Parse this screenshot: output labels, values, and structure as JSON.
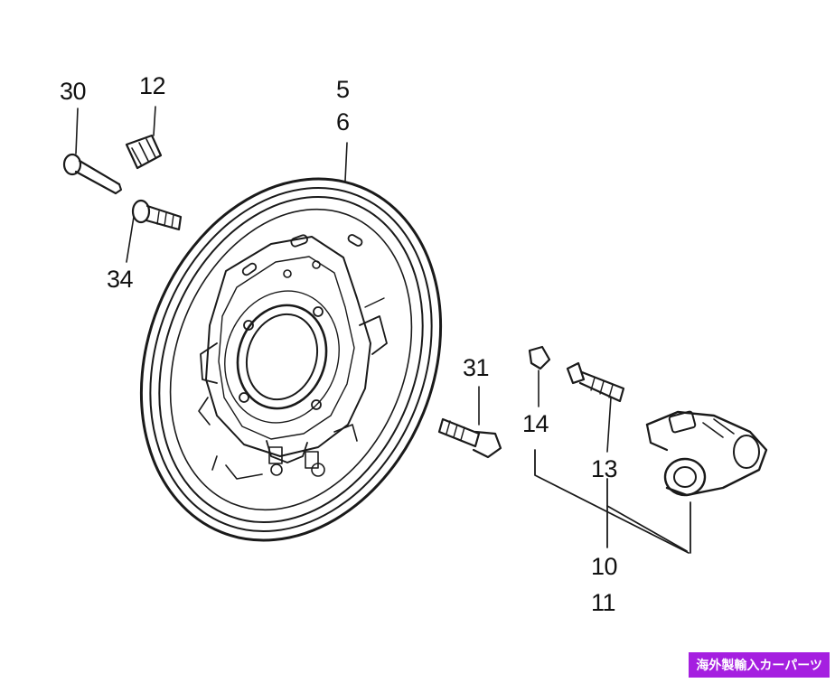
{
  "callouts": {
    "p30": "30",
    "p12": "12",
    "p5": "5",
    "p6": "6",
    "p34": "34",
    "p31": "31",
    "p14": "14",
    "p13": "13",
    "p10": "10",
    "p11": "11"
  },
  "badge": {
    "text": "海外製輸入カーパーツ",
    "background": "#a51fe0"
  },
  "colors": {
    "ink": "#1a1a1a"
  }
}
